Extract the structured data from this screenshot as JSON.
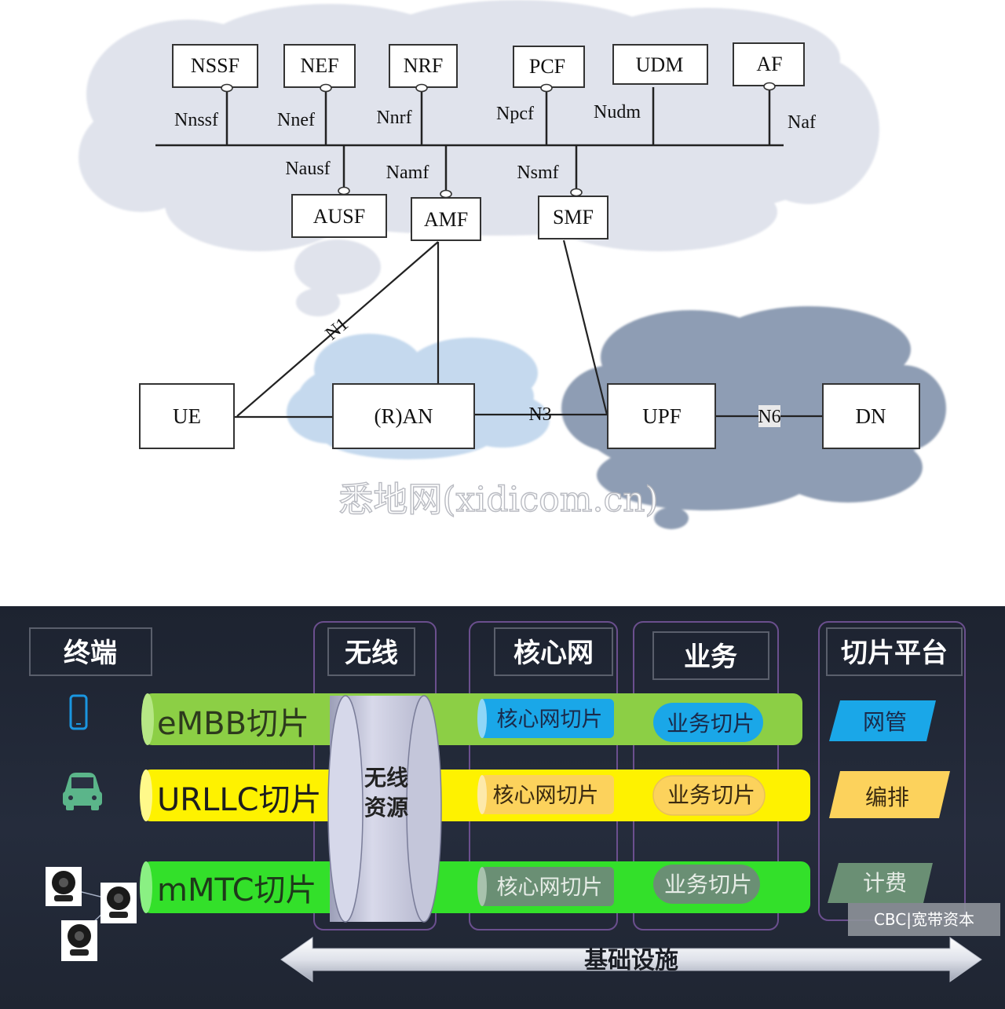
{
  "network_diagram": {
    "service_functions": [
      {
        "name": "NSSF",
        "interface": "Nnssf"
      },
      {
        "name": "NEF",
        "interface": "Nnef"
      },
      {
        "name": "NRF",
        "interface": "Nnrf"
      },
      {
        "name": "PCF",
        "interface": "Npcf"
      },
      {
        "name": "UDM",
        "interface": "Nudm"
      },
      {
        "name": "AF",
        "interface": "Naf"
      }
    ],
    "lower_functions": [
      {
        "name": "AUSF",
        "interface": "Nausf"
      },
      {
        "name": "AMF",
        "interface": "Namf"
      },
      {
        "name": "SMF",
        "interface": "Nsmf"
      }
    ],
    "nodes": {
      "ue": "UE",
      "ran": "(R)AN",
      "upf": "UPF",
      "dn": "DN"
    },
    "links": {
      "n1": "N1",
      "n3": "N3",
      "n6": "N6"
    },
    "watermark": "悉地网(xidicom.cn)"
  },
  "slicing_diagram": {
    "columns": {
      "terminal": "终端",
      "wireless": "无线",
      "core": "核心网",
      "service": "业务",
      "platform": "切片平台"
    },
    "slices": [
      {
        "label": "eMBB切片",
        "core_slice": "核心网切片",
        "service_slice": "业务切片",
        "platform_item": "网管"
      },
      {
        "label": "URLLC切片",
        "core_slice": "核心网切片",
        "service_slice": "业务切片",
        "platform_item": "编排"
      },
      {
        "label": "mMTC切片",
        "core_slice": "核心网切片",
        "service_slice": "业务切片",
        "platform_item": "计费"
      }
    ],
    "wireless_resource": [
      "无线",
      "资源"
    ],
    "infrastructure": "基础设施",
    "source_badge": "CBC|宽带资本",
    "colors": {
      "embb": "#8ccf45",
      "urllc": "#fef200",
      "mmtc": "#33e02a",
      "blue": "#1aa7e8",
      "amber": "#fcd25c",
      "gray_green": "#6a8f74"
    }
  }
}
